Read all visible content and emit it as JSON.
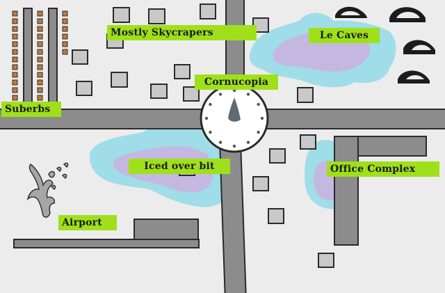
{
  "map": {
    "colors": {
      "ground": "#ececec",
      "road": "#8c8c8c",
      "road_outline": "#2a2a2a",
      "building": "#c8c8c8",
      "ice_outer": "#9fdde8",
      "ice_inner": "#c5b8e0",
      "label_bg": "#9fe01b",
      "suburb_window": "#c07a3e",
      "cave": "#1c1c1c"
    },
    "labels": {
      "skyscrapers": "Mostly Skycrapers",
      "caves": "Le Caves",
      "cornucopia": "Cornucopia",
      "suburbs": "Suberbs",
      "iced": "Iced over bit",
      "office": "Office Complex",
      "airport": "Airport"
    },
    "icons": {
      "cornucopia": "clock-icon",
      "caves": "cave-icon",
      "airport": "aircraft-wreck-icon"
    }
  }
}
